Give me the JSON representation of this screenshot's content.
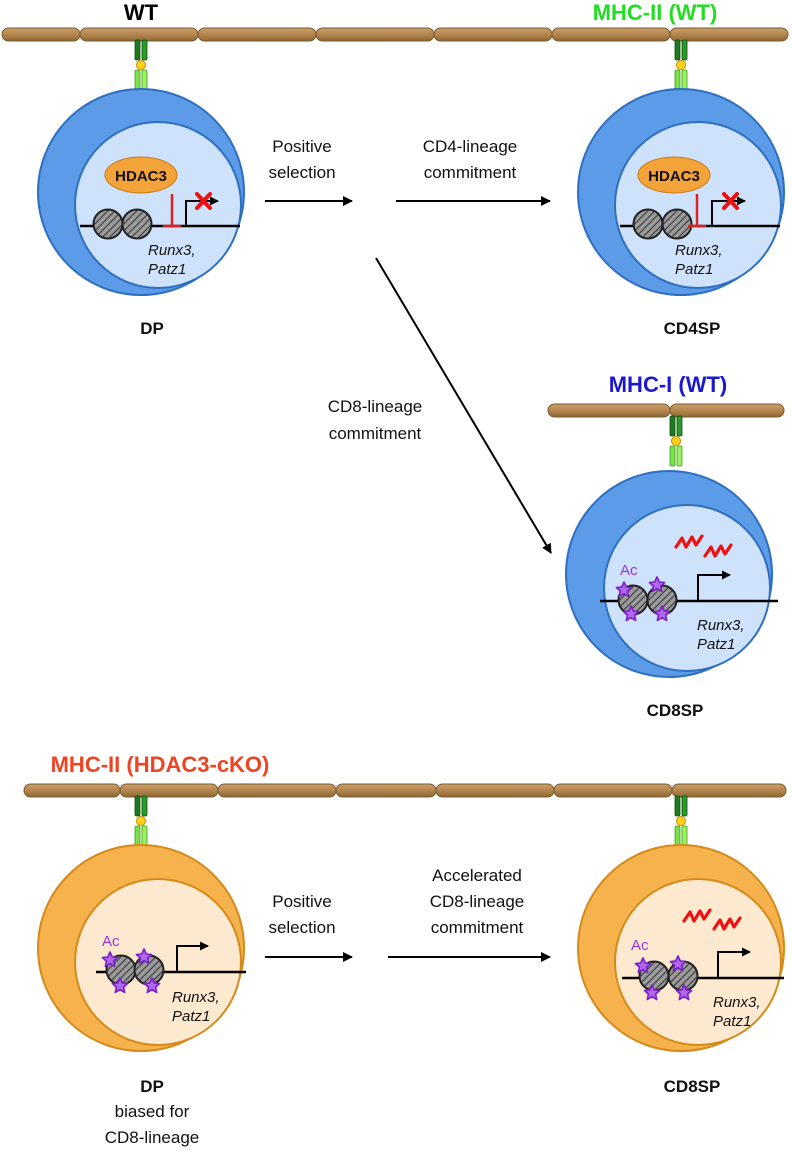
{
  "panel_top": {
    "title": "WT",
    "mhc_ii_label": "MHC-II (WT)",
    "mhc_i_label": "MHC-I (WT)",
    "dp_cell": {
      "label": "DP",
      "enzyme": "HDAC3",
      "gene_line1": "Runx3,",
      "gene_line2": "Patz1"
    },
    "cd4sp_cell": {
      "label": "CD4SP",
      "enzyme": "HDAC3",
      "gene_line1": "Runx3,",
      "gene_line2": "Patz1"
    },
    "cd8sp_cell": {
      "label": "CD8SP",
      "acetyl": "Ac",
      "gene_line1": "Runx3,",
      "gene_line2": "Patz1"
    },
    "step_positive_line1": "Positive",
    "step_positive_line2": "selection",
    "step_cd4_line1": "CD4-lineage",
    "step_cd4_line2": "commitment",
    "step_cd8_line1": "CD8-lineage",
    "step_cd8_line2": "commitment"
  },
  "panel_bottom": {
    "title": "MHC-II (HDAC3-cKO)",
    "dp_cell": {
      "label": "DP",
      "sublabel_line1": "biased for",
      "sublabel_line2": "CD8-lineage",
      "acetyl": "Ac",
      "gene_line1": "Runx3,",
      "gene_line2": "Patz1"
    },
    "cd8sp_cell": {
      "label": "CD8SP",
      "acetyl": "Ac",
      "gene_line1": "Runx3,",
      "gene_line2": "Patz1"
    },
    "step_positive_line1": "Positive",
    "step_positive_line2": "selection",
    "step_acc_line1": "Accelerated",
    "step_acc_line2": "CD8-lineage",
    "step_acc_line3": "commitment"
  },
  "colors": {
    "wt_title": "#000000",
    "mhc_ii_wt": "#22dd22",
    "mhc_i_wt": "#1a1acc",
    "mhc_ii_cko": "#ee4422",
    "wt_cell_outer": "#5b9be8",
    "wt_cell_inner": "#cfe2fb",
    "cko_cell_outer": "#f6b24c",
    "cko_cell_inner": "#fde9cf",
    "membrane": "#b68a52",
    "hdac3": "#f2a43a",
    "acetyl": "#9933dd",
    "repression": "#dd2222",
    "transcript": "#ee1111"
  },
  "icons": [
    "membrane-bar",
    "tcr-mhc-complex",
    "nucleosome-icon",
    "acetyl-star-icon",
    "promoter-arrow-icon",
    "block-x-icon",
    "mrna-squiggle-icon"
  ]
}
